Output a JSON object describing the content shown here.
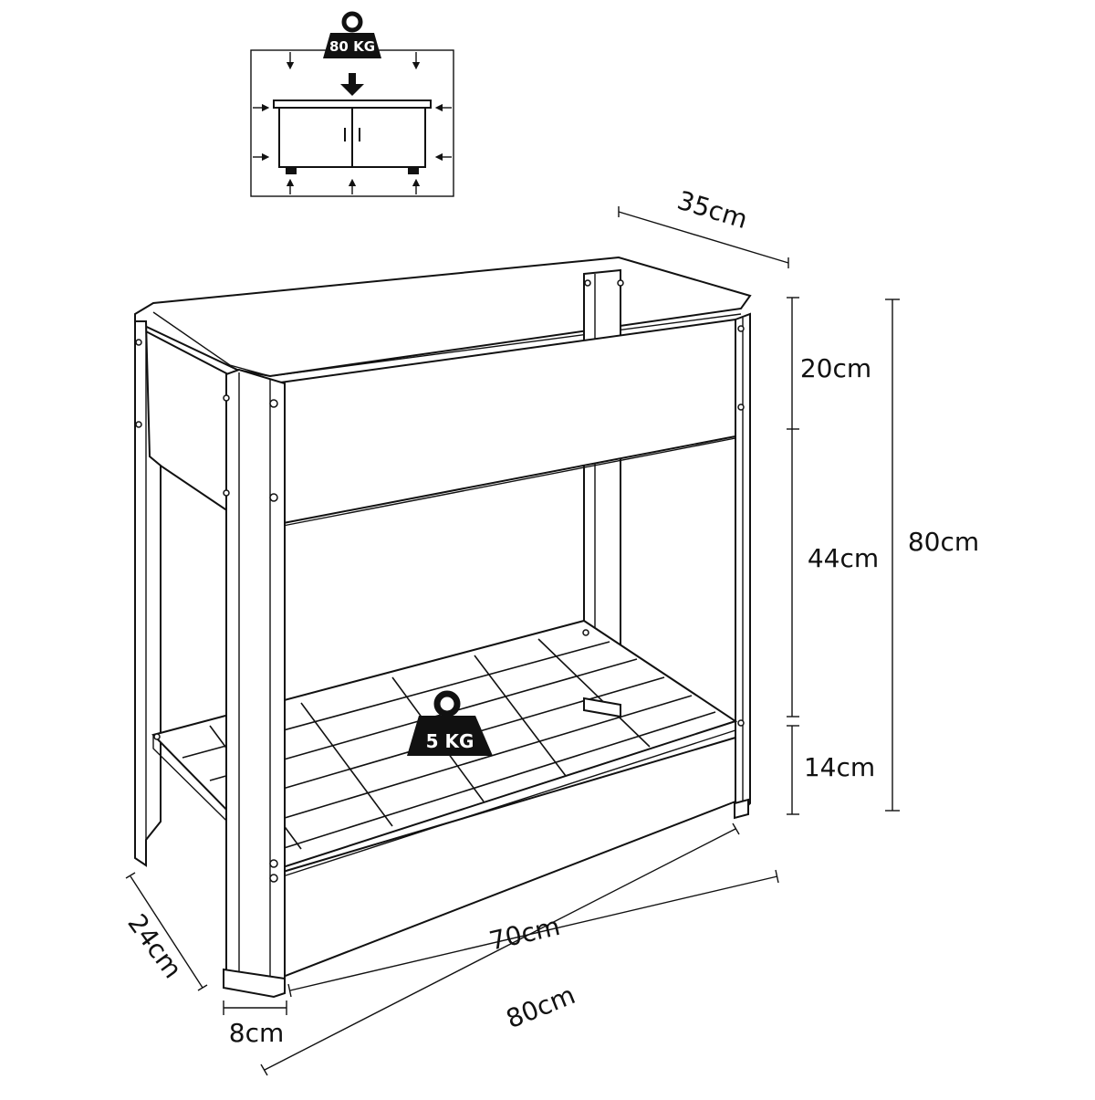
{
  "load_inset": {
    "top_load_label": "80 KG"
  },
  "shelf_load_label": "5 KG",
  "dimensions": {
    "depth_top": "35cm",
    "box_height": "20cm",
    "middle_height": "44cm",
    "bottom_height": "14cm",
    "total_height": "80cm",
    "side_depth": "24cm",
    "inner_width": "70cm",
    "outer_width": "80cm",
    "leg_width": "8cm"
  },
  "colors": {
    "line": "#111111",
    "weight_fill": "#111111",
    "inset_background": "#ffffff"
  },
  "icons": [
    "weight-icon",
    "arrow-down-icon",
    "arrow-up-icon",
    "arrow-left-icon",
    "arrow-right-icon"
  ]
}
